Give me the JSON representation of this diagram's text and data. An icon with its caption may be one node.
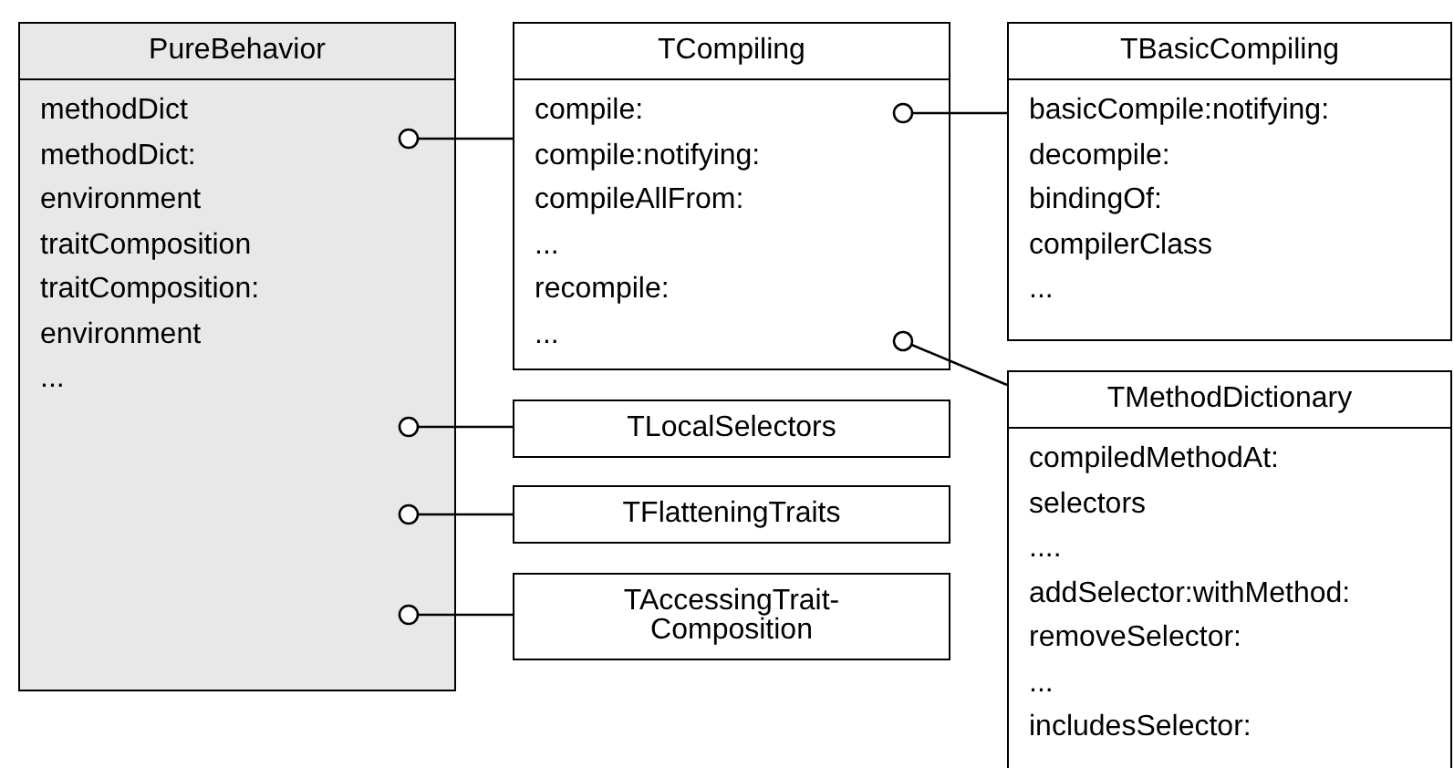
{
  "diagram": {
    "nodes": [
      {
        "text": [
          "PureBehavior",
          "methodDict",
          "methodDict:",
          "environment",
          "traitComposition",
          "traitComposition:",
          "environment",
          "..."
        ]
      },
      {
        "text": [
          "TCompiling",
          "compile:",
          "compile:notifying:",
          "compileAllFrom:",
          "...",
          "recompile:",
          "..."
        ]
      },
      {
        "text": [
          "TBasicCompiling",
          "basicCompile:notifying:",
          "decompile:",
          "bindingOf:",
          "compilerClass",
          "..."
        ]
      },
      {
        "text": [
          "TMethodDictionary",
          "compiledMethodAt:",
          "selectors",
          "....",
          "addSelector:withMethod:",
          "removeSelector:",
          "...",
          "includesSelector:"
        ]
      },
      {
        "text": [
          "TLocalSelectors"
        ]
      },
      {
        "text": [
          "TFlatteningTraits"
        ]
      },
      {
        "text": [
          "TAccessingTrait-Composition"
        ]
      }
    ],
    "edges": [
      {
        "from": 0,
        "to": 1,
        "arrow": "other"
      },
      {
        "from": 0,
        "to": 4,
        "arrow": "other"
      },
      {
        "from": 0,
        "to": 5,
        "arrow": "other"
      },
      {
        "from": 0,
        "to": 6,
        "arrow": "other"
      },
      {
        "from": 1,
        "to": 2,
        "arrow": "other"
      },
      {
        "from": 1,
        "to": 3,
        "arrow": "other"
      }
    ]
  }
}
